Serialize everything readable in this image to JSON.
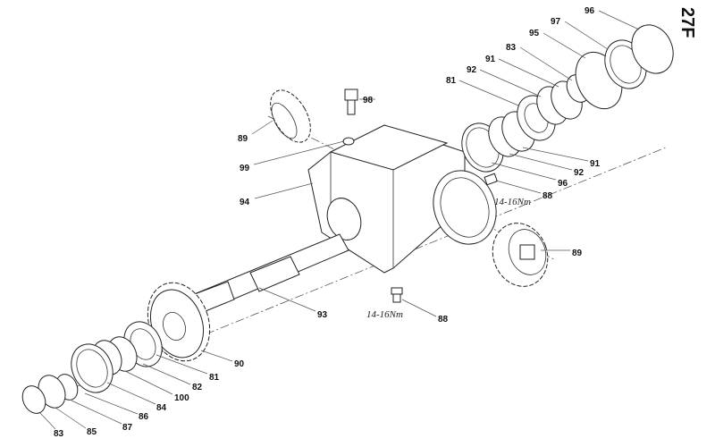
{
  "page_id": "27F",
  "torque_spec": "14-16Nm",
  "labels": {
    "top_96": "96",
    "top_97": "97",
    "top_95": "95",
    "top_83": "83",
    "top_91": "91",
    "top_92": "92",
    "top_81": "81",
    "plug_98": "98",
    "gear_89_left": "89",
    "washer_99": "99",
    "housing_94": "94",
    "right_91": "91",
    "right_92": "92",
    "right_96": "96",
    "plug_88_right": "88",
    "gear_89_right": "89",
    "shaft_93": "93",
    "plug_88_bottom": "88",
    "gear_90": "90",
    "bot_81": "81",
    "bot_82": "82",
    "bot_100": "100",
    "bot_84": "84",
    "bot_86": "86",
    "bot_87": "87",
    "bot_85": "85",
    "bot_83": "83"
  }
}
